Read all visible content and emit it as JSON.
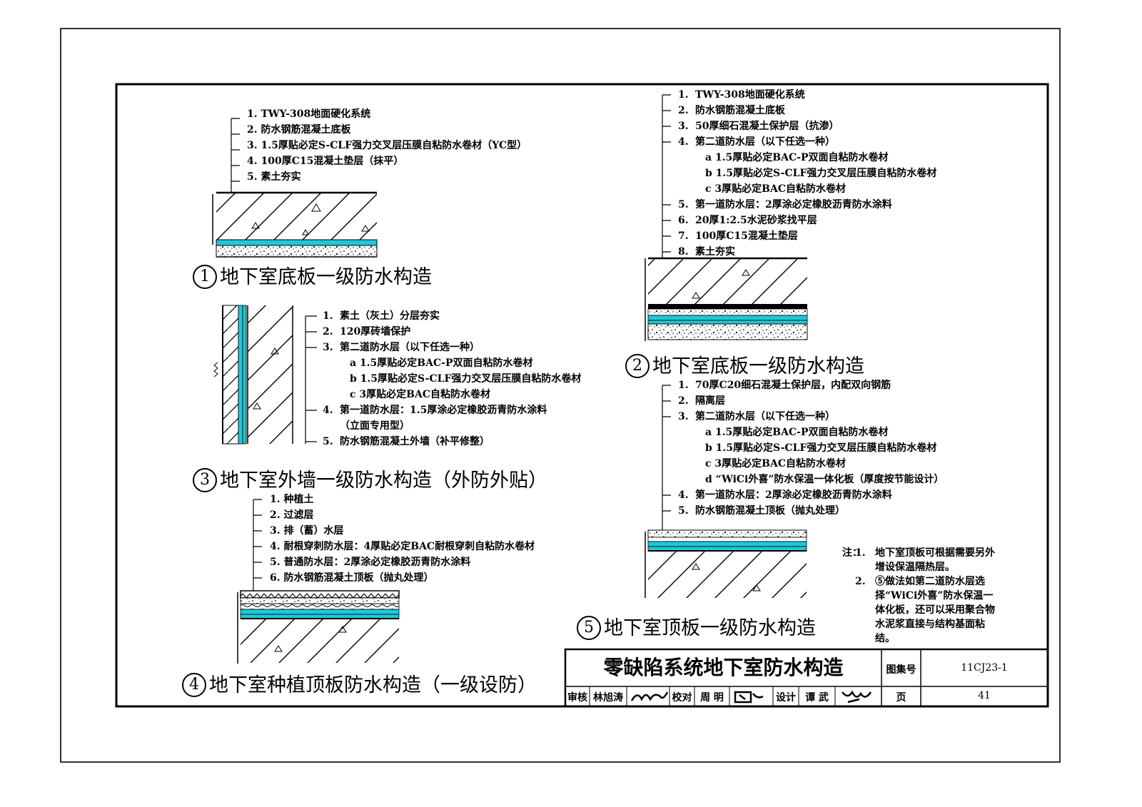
{
  "detail1": {
    "layers": [
      "1. TWY-308地面硬化系统",
      "2. 防水钢筋混凝土底板",
      "3. 1.5厚贴必定S-CLF强力交叉层压膜自粘防水卷材（YC型）",
      "4. 100厚C15混凝土垫层（抹平）",
      "5. 素土夯实"
    ],
    "num": "1",
    "title": "地下室底板一级防水构造"
  },
  "detail2": {
    "layers": [
      {
        "n": "1.",
        "t": "TWY-308地面硬化系统",
        "cls": ""
      },
      {
        "n": "2.",
        "t": "防水钢筋混凝土底板",
        "cls": ""
      },
      {
        "n": "3.",
        "t": "50厚细石混凝土保护层（抗渗）",
        "cls": ""
      },
      {
        "n": "4.",
        "t": "第二道防水层（以下任选一种）",
        "cls": ""
      },
      {
        "n": "",
        "t": "a 1.5厚贴必定BAC-P双面自粘防水卷材",
        "cls": "sub"
      },
      {
        "n": "",
        "t": "b 1.5厚贴必定S-CLF强力交叉层压膜自粘防水卷材",
        "cls": "sub"
      },
      {
        "n": "",
        "t": "c 3厚贴必定BAC自粘防水卷材",
        "cls": "sub"
      },
      {
        "n": "5.",
        "t": "第一道防水层：2厚涂必定橡胶沥青防水涂料",
        "cls": ""
      },
      {
        "n": "6.",
        "t": "20厚1:2.5水泥砂浆找平层",
        "cls": ""
      },
      {
        "n": "7.",
        "t": "100厚C15混凝土垫层",
        "cls": ""
      },
      {
        "n": "8.",
        "t": "素土夯实",
        "cls": ""
      }
    ],
    "num": "2",
    "title": "地下室底板一级防水构造"
  },
  "detail3": {
    "layers": [
      {
        "n": "1.",
        "t": "素土（灰土）分层夯实",
        "cls": ""
      },
      {
        "n": "2.",
        "t": "120厚砖墙保护",
        "cls": ""
      },
      {
        "n": "3.",
        "t": "第二道防水层（以下任选一种）",
        "cls": ""
      },
      {
        "n": "",
        "t": "a 1.5厚贴必定BAC-P双面自粘防水卷材",
        "cls": "sub"
      },
      {
        "n": "",
        "t": "b 1.5厚贴必定S-CLF强力交叉层压膜自粘防水卷材",
        "cls": "sub"
      },
      {
        "n": "",
        "t": "c 3厚贴必定BAC自粘防水卷材",
        "cls": "sub"
      },
      {
        "n": "4.",
        "t": "第一道防水层：1.5厚涂必定橡胶沥青防水涂料",
        "cls": ""
      },
      {
        "n": "",
        "t": "（立面专用型）",
        "cls": "cont"
      },
      {
        "n": "5.",
        "t": "防水钢筋混凝土外墙（补平修整）",
        "cls": ""
      }
    ],
    "num": "3",
    "title": "地下室外墙一级防水构造（外防外贴）"
  },
  "detail4": {
    "layers": [
      "1. 种植土",
      "2. 过滤层",
      "3. 排（蓄）水层",
      "4. 耐根穿刺防水层：4厚贴必定BAC耐根穿刺自粘防水卷材",
      "5. 普通防水层：2厚涂必定橡胶沥青防水涂料",
      "6. 防水钢筋混凝土顶板（抛丸处理）"
    ],
    "num": "4",
    "title": "地下室种植顶板防水构造（一级设防）"
  },
  "detail5": {
    "layers": [
      {
        "n": "1.",
        "t": "70厚C20细石混凝土保护层，内配双向钢筋",
        "cls": ""
      },
      {
        "n": "2.",
        "t": "隔离层",
        "cls": ""
      },
      {
        "n": "3.",
        "t": "第二道防水层（以下任选一种）",
        "cls": ""
      },
      {
        "n": "",
        "t": "a 1.5厚贴必定BAC-P双面自粘防水卷材",
        "cls": "sub"
      },
      {
        "n": "",
        "t": "b 1.5厚贴必定S-CLF强力交叉层压膜自粘防水卷材",
        "cls": "sub"
      },
      {
        "n": "",
        "t": "c 3厚贴必定BAC自粘防水卷材",
        "cls": "sub"
      },
      {
        "n": "",
        "t": "d “WiCi外喜”防水保温一体化板（厚度按节能设计）",
        "cls": "sub"
      },
      {
        "n": "4.",
        "t": "第一道防水层：2厚涂必定橡胶沥青防水涂料",
        "cls": ""
      },
      {
        "n": "5.",
        "t": "防水钢筋混凝土顶板（抛丸处理）",
        "cls": ""
      }
    ],
    "num": "5",
    "title": "地下室顶板一级防水构造"
  },
  "notes": {
    "label": "注：",
    "items": [
      {
        "n": "1.",
        "t": "地下室顶板可根据需要另外增设保温隔热层。"
      },
      {
        "n": "2.",
        "t": "⑤做法如第二道防水层选择“WiCi外喜”防水保温一体化板，还可以采用聚合物水泥浆直接与结构基面粘结。"
      }
    ]
  },
  "titleblock": {
    "title": "零缺陷系统地下室防水构造",
    "atlas_label": "图集号",
    "atlas_no": "11CJ23-1",
    "review_label": "审核",
    "review_name": "林旭涛",
    "check_label": "校对",
    "check_name": "周 明",
    "design_label": "设计",
    "design_name": "谭 武",
    "page_label": "页",
    "page_no": "41"
  },
  "colors": {
    "membrane": "#1fc8d8",
    "line": "#000000"
  }
}
